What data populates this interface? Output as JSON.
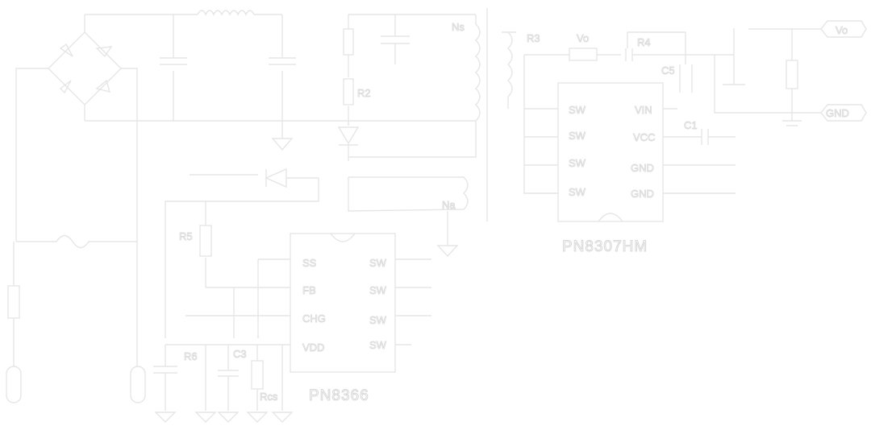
{
  "ic_left": {
    "name": "PN8366",
    "pins_left": [
      "SS",
      "FB",
      "CHG",
      "VDD"
    ],
    "pins_right": [
      "SW",
      "SW",
      "SW",
      "SW"
    ]
  },
  "ic_right": {
    "name": "PN8307HM",
    "pins_left": [
      "SW",
      "SW",
      "SW",
      "SW"
    ],
    "pins_right": [
      "VIN",
      "VCC",
      "GND",
      "GND"
    ]
  },
  "labels": {
    "ns": "Ns",
    "na": "Na",
    "r2": "R2",
    "r5": "R5",
    "r6": "R6",
    "c3": "C3",
    "c5": "C5",
    "c1": "C1",
    "r3": "R3",
    "r4": "R4",
    "cap_vo": "Vo",
    "vo": "Vo",
    "gnd": "GND",
    "rcs": "Rcs"
  }
}
